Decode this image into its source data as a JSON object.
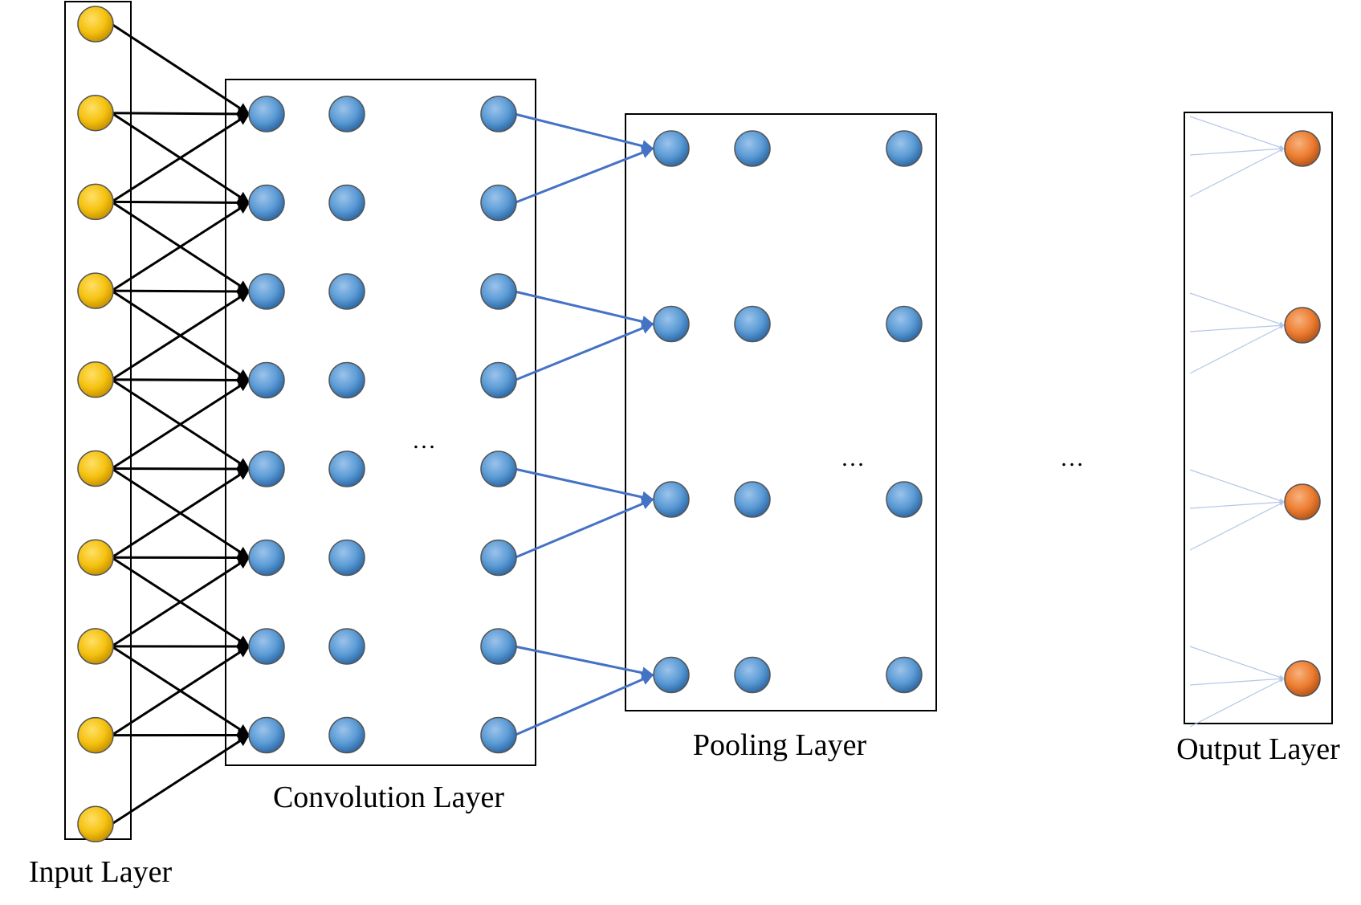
{
  "diagram": {
    "labels": {
      "input": "Input Layer",
      "convolution": "Convolution Layer",
      "pooling": "Pooling Layer",
      "output": "Output Layer"
    },
    "ellipsis": "…",
    "layers": {
      "input_nodes": 10,
      "conv_rows": 8,
      "conv_columns": 3,
      "pool_rows": 4,
      "pool_columns": 3,
      "output_nodes": 4
    },
    "colors": {
      "input_node": "#F5C211",
      "conv_node": "#5B9BD5",
      "output_node": "#ED7D31",
      "black_arrow": "#000000",
      "blue_arrow": "#4472C4",
      "faint_arrow": "#B4C7E7"
    }
  }
}
